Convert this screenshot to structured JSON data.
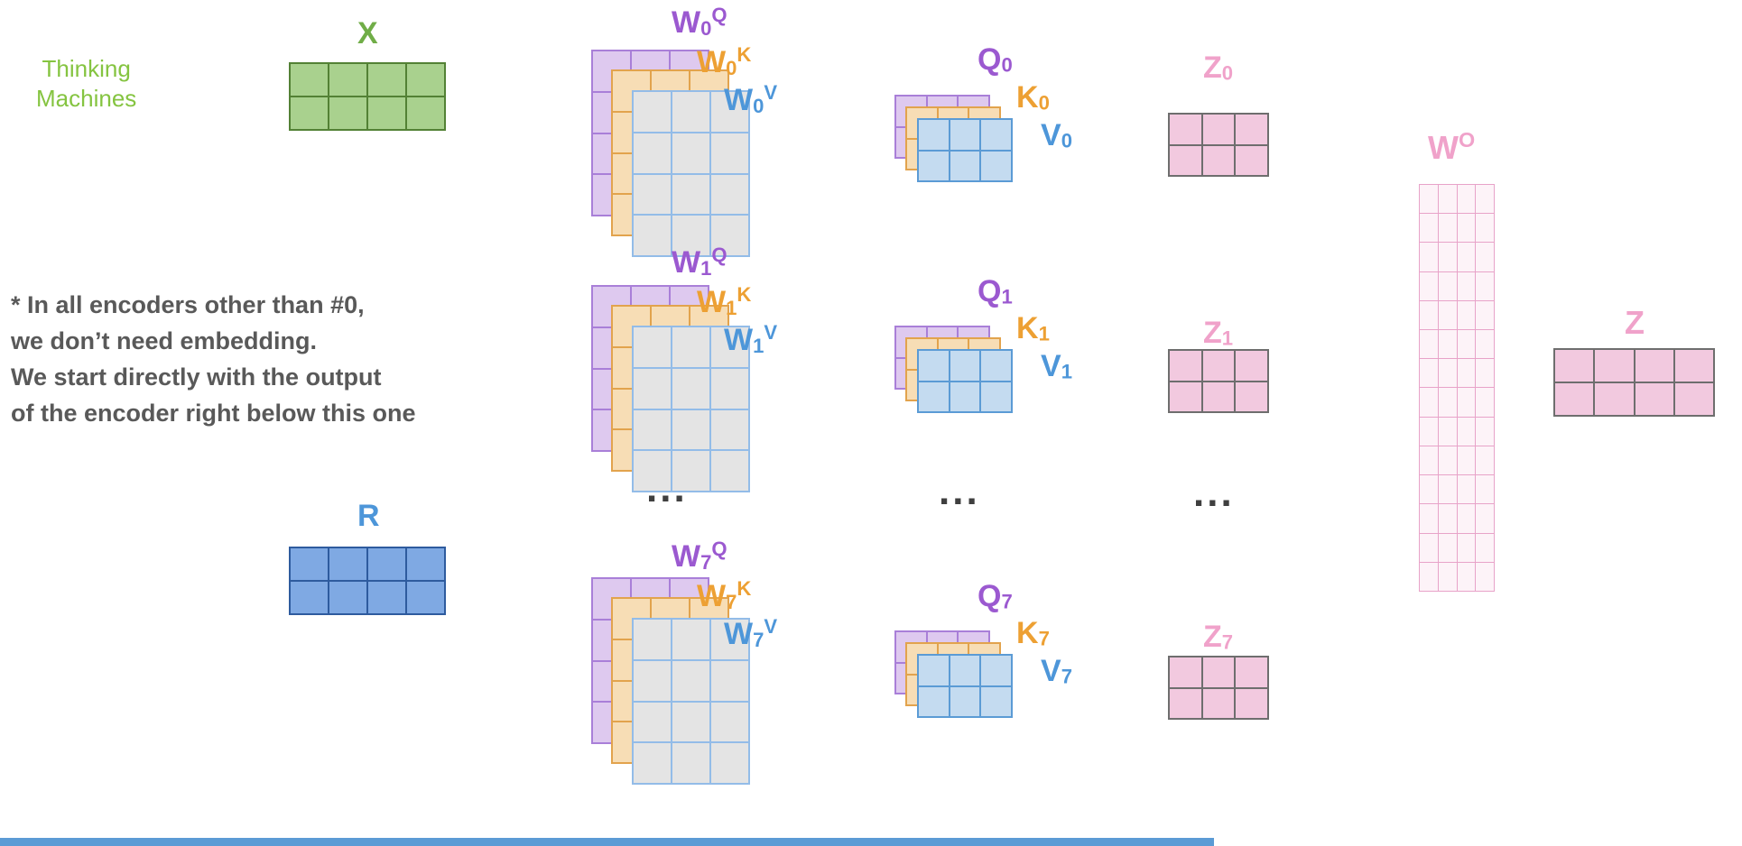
{
  "logo": {
    "line1": "Thinking",
    "line2": "Machines"
  },
  "note": {
    "line1": "* In all encoders other than #0,",
    "line2": "we don’t need embedding.",
    "line3": "We start directly with the output",
    "line4": "of the encoder right below this one"
  },
  "x": {
    "label": "X",
    "matrix": {
      "rows": 2,
      "cols": 4
    }
  },
  "r": {
    "label": "R",
    "matrix": {
      "rows": 2,
      "cols": 4
    }
  },
  "weights": {
    "matrix": {
      "rows": 4,
      "cols": 3
    },
    "g0": {
      "q": {
        "base": "W",
        "sub": "0",
        "sup": "Q"
      },
      "k": {
        "base": "W",
        "sub": "0",
        "sup": "K"
      },
      "v": {
        "base": "W",
        "sub": "0",
        "sup": "V"
      }
    },
    "g1": {
      "q": {
        "base": "W",
        "sub": "1",
        "sup": "Q"
      },
      "k": {
        "base": "W",
        "sub": "1",
        "sup": "K"
      },
      "v": {
        "base": "W",
        "sub": "1",
        "sup": "V"
      }
    },
    "g7": {
      "q": {
        "base": "W",
        "sub": "7",
        "sup": "Q"
      },
      "k": {
        "base": "W",
        "sub": "7",
        "sup": "K"
      },
      "v": {
        "base": "W",
        "sub": "7",
        "sup": "V"
      }
    }
  },
  "qkv": {
    "matrix": {
      "rows": 2,
      "cols": 3
    },
    "g0": {
      "q": {
        "base": "Q",
        "sub": "0"
      },
      "k": {
        "base": "K",
        "sub": "0"
      },
      "v": {
        "base": "V",
        "sub": "0"
      }
    },
    "g1": {
      "q": {
        "base": "Q",
        "sub": "1"
      },
      "k": {
        "base": "K",
        "sub": "1"
      },
      "v": {
        "base": "V",
        "sub": "1"
      }
    },
    "g7": {
      "q": {
        "base": "Q",
        "sub": "7"
      },
      "k": {
        "base": "K",
        "sub": "7"
      },
      "v": {
        "base": "V",
        "sub": "7"
      }
    }
  },
  "z": {
    "matrix": {
      "rows": 2,
      "cols": 3
    },
    "g0": {
      "base": "Z",
      "sub": "0"
    },
    "g1": {
      "base": "Z",
      "sub": "1"
    },
    "g7": {
      "base": "Z",
      "sub": "7"
    }
  },
  "wo": {
    "label": {
      "base": "W",
      "sup": "O"
    },
    "matrix": {
      "rows": 14,
      "cols": 4
    }
  },
  "z_final": {
    "label": "Z",
    "matrix": {
      "rows": 2,
      "cols": 4
    }
  },
  "dots": "...",
  "colors": {
    "logo_green": "#85C441",
    "green_label": "#70AD47",
    "green_fill": "#A9D18E",
    "green_border": "#538135",
    "blue_label": "#4D96D9",
    "blue_fill": "#7FA9E3",
    "blue_border": "#2E5B9E",
    "lightblue_fill": "#C4DBF0",
    "lightblue_border": "#5B9BD5",
    "purple_label": "#9B59D0",
    "purple_fill": "#DEC9EF",
    "purple_border": "#A97FD8",
    "orange_label": "#EDA033",
    "orange_fill": "#F7DDB5",
    "orange_border": "#E2A34D",
    "gray_fill": "#E4E4E4",
    "grayblue_border": "#93BCE8",
    "pink_label": "#F0A2CA",
    "pink_fill": "#F2C9DF",
    "pink_border": "#6E6E6E",
    "wo_fill": "#FDF3F8",
    "wo_border": "#E8A3C9",
    "note_text": "#595959",
    "dots": "#3F3F3F",
    "bottom_bar": "#5B9BD5"
  }
}
